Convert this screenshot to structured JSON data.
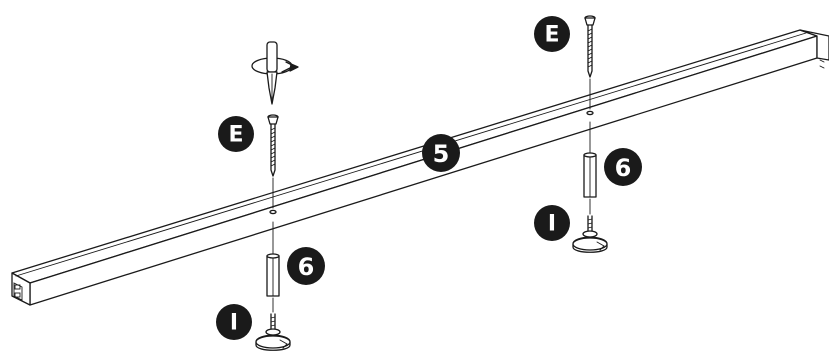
{
  "diagram": {
    "labels": {
      "rail": "5",
      "screw_left": "E",
      "screw_right": "E",
      "spacer_left": "6",
      "spacer_right": "6",
      "foot_left": "I",
      "foot_right": "I"
    },
    "colors": {
      "line": "#1a1a1a",
      "badge": "#1a1a1a",
      "badge_text": "#ffffff",
      "background": "#ffffff"
    },
    "icons": [
      "screwdriver-rotate-icon"
    ]
  }
}
